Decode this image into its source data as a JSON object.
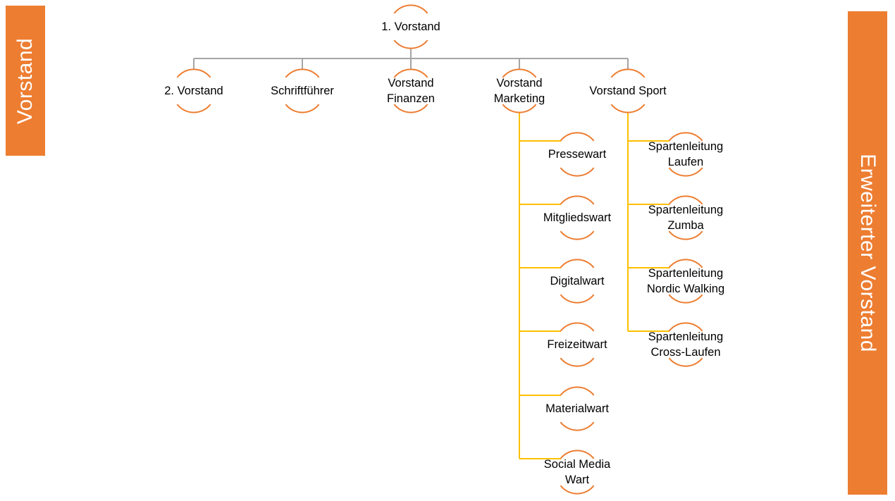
{
  "side_labels": {
    "left": "Vorstand",
    "right": "Erweiterter Vorstand"
  },
  "colors": {
    "accent": "#ED7D31",
    "main_connector": "#A5A5A5",
    "sub_connector": "#FFC000"
  },
  "org": {
    "root": {
      "id": "vorstand-1",
      "label": "1. Vorstand"
    },
    "level1": [
      {
        "id": "vorstand-2",
        "label": "2. Vorstand"
      },
      {
        "id": "schriftfuehrer",
        "label": "Schriftführer"
      },
      {
        "id": "vorstand-finanzen",
        "label": "Vorstand\nFinanzen"
      },
      {
        "id": "vorstand-marketing",
        "label": "Vorstand\nMarketing"
      },
      {
        "id": "vorstand-sport",
        "label": "Vorstand Sport"
      }
    ],
    "marketing_children": [
      {
        "id": "pressewart",
        "label": "Pressewart"
      },
      {
        "id": "mitgliedswart",
        "label": "Mitgliedswart"
      },
      {
        "id": "digitalwart",
        "label": "Digitalwart"
      },
      {
        "id": "freizeitwart",
        "label": "Freizeitwart"
      },
      {
        "id": "materialwart",
        "label": "Materialwart"
      },
      {
        "id": "social-media-wart",
        "label": "Social Media\nWart"
      }
    ],
    "sport_children": [
      {
        "id": "spartenleitung-laufen",
        "label": "Spartenleitung\nLaufen"
      },
      {
        "id": "spartenleitung-zumba",
        "label": "Spartenleitung\nZumba"
      },
      {
        "id": "spartenleitung-nordic-walking",
        "label": "Spartenleitung\nNordic Walking"
      },
      {
        "id": "spartenleitung-cross-laufen",
        "label": "Spartenleitung\nCross-Laufen"
      }
    ]
  }
}
